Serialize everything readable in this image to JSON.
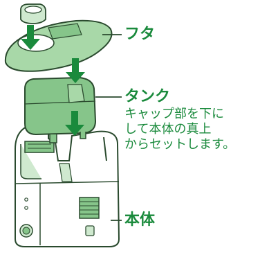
{
  "labels": {
    "lid": "フタ",
    "tank": "タンク",
    "body": "本体"
  },
  "instruction": {
    "lines": [
      "キャップ部を下に",
      "して本体の真上",
      "からセットします。"
    ]
  },
  "colors": {
    "accent": "#1a8a3c",
    "arrow": "#1a8a3c",
    "lid_fill": "#a8d8a8",
    "tank_fill": "#86c58a",
    "body_fill": "#ffffff",
    "outline": "#2a4a2e"
  }
}
